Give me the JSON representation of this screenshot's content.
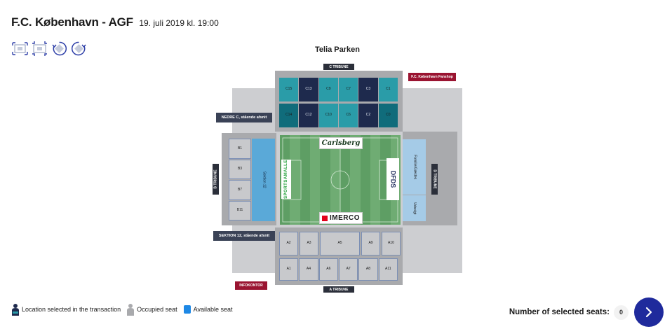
{
  "header": {
    "match_title": "F.C. København - AGF",
    "date": "19. juli 2019 kl. 19:00"
  },
  "toolbar": [
    {
      "name": "zoom-in-icon"
    },
    {
      "name": "zoom-out-icon"
    },
    {
      "name": "rotate-left-icon"
    },
    {
      "name": "rotate-right-icon"
    }
  ],
  "venue": {
    "name": "Telia Parken",
    "stands": {
      "c": "C TRIBUNE",
      "a": "A TRIBUNE",
      "b": "B TRIBUNE",
      "d": "D TRIBUNE"
    },
    "callouts": {
      "nedre_c": "NEDRE C, stående afsnit",
      "sektion_12": "SEKTION 12, stående afsnit"
    },
    "tags": {
      "fanshop": "F.C. København Fanshop",
      "infokontor": "INFOKONTOR"
    },
    "c_upper": [
      "C15",
      "C13",
      "C9",
      "C7",
      "C3",
      "C1"
    ],
    "c_lower": [
      "C14",
      "C12",
      "C10",
      "C6",
      "C2",
      "C0"
    ],
    "b_sections": [
      "B1",
      "B3",
      "B7",
      "B11"
    ],
    "b_main": "Sektion 12",
    "d_sections": [
      "Familie/Gæstes",
      "Udsolgt"
    ],
    "a_upper": [
      "A2",
      "A3",
      "A5",
      "A9",
      "A10"
    ],
    "a_lower": [
      "A1",
      "A4",
      "A6",
      "A7",
      "A8",
      "A11"
    ],
    "sponsors": {
      "top": "Carlsberg",
      "bottom": "IMERCO",
      "right": "DFDS",
      "left": "SPORTSAMALLE"
    }
  },
  "legend": {
    "selected": "Location selected in the transaction",
    "occupied": "Occupied seat",
    "available": "Available seat"
  },
  "colors": {
    "accent": "#1f2a9c",
    "teal": "#2a9ca8",
    "navy": "#1e2a4d",
    "available_seat": "#1e88e5",
    "fanshop_red": "#9a1431"
  },
  "selection": {
    "label": "Number of selected seats:",
    "count": "0"
  }
}
